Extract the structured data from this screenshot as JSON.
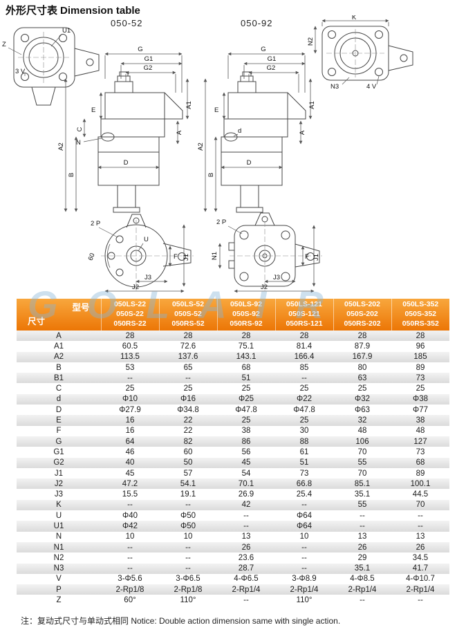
{
  "page": {
    "title_zh": "外形尺寸表",
    "title_en": "Dimension table",
    "watermark": "GOLAIR",
    "note": "注：复动式尺寸与单动式相同 Notice: Double action dimension same with single action."
  },
  "drawings": {
    "left": {
      "caption": "050-52",
      "labels": {
        "u1": "U1",
        "z": "Z",
        "v": "3 V",
        "g": "G",
        "g1": "G1",
        "g2": "G2",
        "a1": "A1",
        "a": "A",
        "e": "E",
        "c": "C",
        "n": "N",
        "a2": "A2",
        "b": "B",
        "d": "D",
        "p": "2 P",
        "deg": "60",
        "u": "U",
        "f": "F",
        "j1": "J1",
        "j2": "J2",
        "j3": "J3"
      }
    },
    "right": {
      "caption": "050-92",
      "labels": {
        "k": "K",
        "n2": "N2",
        "n3": "N3",
        "v": "4 V",
        "g": "G",
        "g1": "G1",
        "g2": "G2",
        "a1": "A1",
        "a": "A",
        "e": "E",
        "d_small": "d",
        "a2": "A2",
        "b": "B",
        "d": "D",
        "p": "2 P",
        "n1": "N1",
        "f": "F",
        "j1": "J1",
        "j2": "J2",
        "j3": "J3"
      }
    }
  },
  "table": {
    "corner_top": "型号",
    "corner_bottom": "尺寸",
    "columns": [
      [
        "050LS-22",
        "050S-22",
        "050RS-22"
      ],
      [
        "050LS-52",
        "050S-52",
        "050RS-52"
      ],
      [
        "050LS-92",
        "050S-92",
        "050RS-92"
      ],
      [
        "050LS-121",
        "050S-121",
        "050RS-121"
      ],
      [
        "050LS-202",
        "050S-202",
        "050RS-202"
      ],
      [
        "050LS-352",
        "050S-352",
        "050RS-352"
      ]
    ],
    "rows": [
      {
        "label": "A",
        "values": [
          "28",
          "28",
          "28",
          "28",
          "28",
          "28"
        ]
      },
      {
        "label": "A1",
        "values": [
          "60.5",
          "72.6",
          "75.1",
          "81.4",
          "87.9",
          "96"
        ]
      },
      {
        "label": "A2",
        "values": [
          "113.5",
          "137.6",
          "143.1",
          "166.4",
          "167.9",
          "185"
        ]
      },
      {
        "label": "B",
        "values": [
          "53",
          "65",
          "68",
          "85",
          "80",
          "89"
        ]
      },
      {
        "label": "B1",
        "values": [
          "--",
          "--",
          "51",
          "--",
          "63",
          "73"
        ]
      },
      {
        "label": "C",
        "values": [
          "25",
          "25",
          "25",
          "25",
          "25",
          "25"
        ]
      },
      {
        "label": "d",
        "values": [
          "Φ10",
          "Φ16",
          "Φ25",
          "Φ22",
          "Φ32",
          "Φ38"
        ]
      },
      {
        "label": "D",
        "values": [
          "Φ27.9",
          "Φ34.8",
          "Φ47.8",
          "Φ47.8",
          "Φ63",
          "Φ77"
        ]
      },
      {
        "label": "E",
        "values": [
          "16",
          "22",
          "25",
          "25",
          "32",
          "38"
        ]
      },
      {
        "label": "F",
        "values": [
          "16",
          "22",
          "38",
          "30",
          "48",
          "48"
        ]
      },
      {
        "label": "G",
        "values": [
          "64",
          "82",
          "86",
          "88",
          "106",
          "127"
        ]
      },
      {
        "label": "G1",
        "values": [
          "46",
          "60",
          "56",
          "61",
          "70",
          "73"
        ]
      },
      {
        "label": "G2",
        "values": [
          "40",
          "50",
          "45",
          "51",
          "55",
          "68"
        ]
      },
      {
        "label": "J1",
        "values": [
          "45",
          "57",
          "54",
          "73",
          "70",
          "89"
        ]
      },
      {
        "label": "J2",
        "values": [
          "47.2",
          "54.1",
          "70.1",
          "66.8",
          "85.1",
          "100.1"
        ]
      },
      {
        "label": "J3",
        "values": [
          "15.5",
          "19.1",
          "26.9",
          "25.4",
          "35.1",
          "44.5"
        ]
      },
      {
        "label": "K",
        "values": [
          "--",
          "--",
          "42",
          "--",
          "55",
          "70"
        ]
      },
      {
        "label": "U",
        "values": [
          "Φ40",
          "Φ50",
          "--",
          "Φ64",
          "--",
          "--"
        ]
      },
      {
        "label": "U1",
        "values": [
          "Φ42",
          "Φ50",
          "--",
          "Φ64",
          "--",
          "--"
        ]
      },
      {
        "label": "N",
        "values": [
          "10",
          "10",
          "13",
          "10",
          "13",
          "13"
        ]
      },
      {
        "label": "N1",
        "values": [
          "--",
          "--",
          "26",
          "--",
          "26",
          "26"
        ]
      },
      {
        "label": "N2",
        "values": [
          "--",
          "--",
          "23.6",
          "--",
          "29",
          "34.5"
        ]
      },
      {
        "label": "N3",
        "values": [
          "--",
          "--",
          "28.7",
          "--",
          "35.1",
          "41.7"
        ]
      },
      {
        "label": "V",
        "values": [
          "3-Φ5.6",
          "3-Φ6.5",
          "4-Φ6.5",
          "3-Φ8.9",
          "4-Φ8.5",
          "4-Φ10.7"
        ]
      },
      {
        "label": "P",
        "values": [
          "2-Rp1/8",
          "2-Rp1/8",
          "2-Rp1/4",
          "2-Rp1/4",
          "2-Rp1/4",
          "2-Rp1/4"
        ]
      },
      {
        "label": "Z",
        "values": [
          "60°",
          "110°",
          "--",
          "110°",
          "--",
          "--"
        ]
      }
    ]
  }
}
